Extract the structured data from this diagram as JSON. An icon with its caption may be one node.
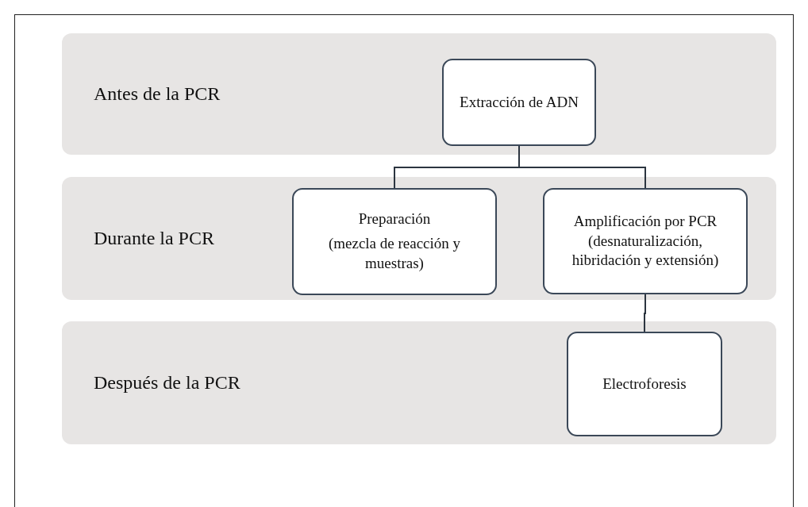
{
  "diagram": {
    "nodes": [
      {
        "text": [
          "Antes de la PCR"
        ]
      },
      {
        "text": [
          "Extracción de ADN"
        ],
        "in": 0
      },
      {
        "text": [
          "Durante la PCR"
        ]
      },
      {
        "text": [
          "Preparación",
          "(mezcla de reacción y muestras)"
        ],
        "in": 2
      },
      {
        "text": [
          "Amplificación por PCR (desnaturalización, hibridación y extensión)"
        ],
        "in": 2
      },
      {
        "text": [
          "Después de la PCR"
        ]
      },
      {
        "text": [
          "Electroforesis"
        ],
        "in": 5
      }
    ],
    "edges": [
      {
        "from": 1,
        "to": 3,
        "arrow": "none"
      },
      {
        "from": 1,
        "to": 4,
        "arrow": "none"
      },
      {
        "from": 4,
        "to": 6,
        "arrow": "none"
      }
    ]
  }
}
